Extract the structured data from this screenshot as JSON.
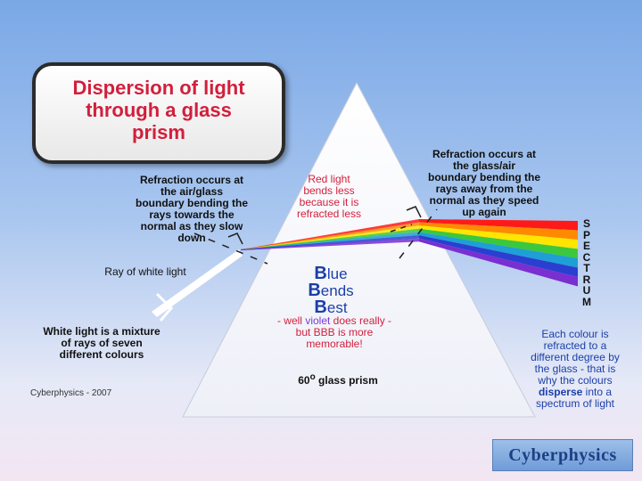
{
  "title": [
    "Dispersion of light",
    "through a glass",
    "prism"
  ],
  "labels": {
    "refraction_air_glass": [
      "Refraction occurs at",
      "the air/glass",
      "boundary bending the",
      "rays towards the",
      "normal as they slow",
      "down"
    ],
    "refraction_glass_air": [
      "Refraction occurs at",
      "the glass/air",
      "boundary bending the",
      "rays away from the",
      "normal as they speed",
      "up again"
    ],
    "red_light": [
      "Red  light",
      "bends less",
      "because it is",
      "refracted less"
    ],
    "ray_white_light": "Ray of white light",
    "white_light_mixture": [
      "White light is a mixture",
      "of rays of seven",
      "different colours"
    ],
    "bbb": {
      "b1": "B",
      "l1": "lue",
      "b2": "B",
      "l2": "ends",
      "b3": "B",
      "l3": "est"
    },
    "bbb_note_1": "- well ",
    "bbb_note_violet": "violet",
    "bbb_note_2": " does really -",
    "bbb_note_3": "but BBB is more",
    "bbb_note_4": "memorable!",
    "each_colour": [
      "Each colour is",
      "refracted to a",
      "different degree by",
      "the glass - that is",
      "why the colours"
    ],
    "disperse_pre": "disperse",
    "disperse_post": " into a",
    "spectrum_of_light": "spectrum of light",
    "spectrum_letters": [
      "S",
      "P",
      "E",
      "C",
      "T",
      "R",
      "U",
      "M"
    ],
    "prism_angle": "60",
    "prism_degree": "o",
    "prism_text": " glass prism",
    "credit": "Cyberphysics - 2007",
    "logo": "Cyberphysics"
  },
  "colors": {
    "title_red": "#d21f3c",
    "spectrum": [
      "#ff1a1a",
      "#ff8a00",
      "#ffe500",
      "#3cc83c",
      "#1f9fd6",
      "#2a3fd0",
      "#7a2fd0"
    ]
  }
}
